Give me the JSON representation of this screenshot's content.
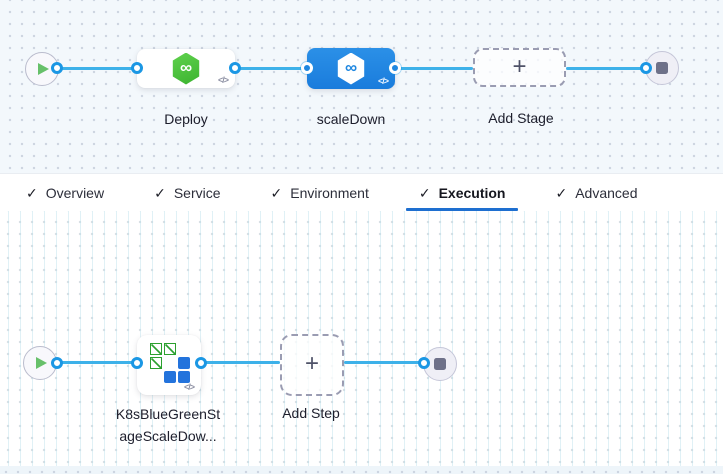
{
  "stage_flow": {
    "stages": [
      {
        "name": "Deploy",
        "type": "cd-deploy",
        "selected": false
      },
      {
        "name": "scaleDown",
        "type": "cd-deploy",
        "selected": true
      }
    ],
    "add_stage_label": "Add Stage"
  },
  "tab_bar": {
    "tabs": [
      {
        "label": "Overview",
        "checked": true
      },
      {
        "label": "Service",
        "checked": true
      },
      {
        "label": "Environment",
        "checked": true
      },
      {
        "label": "Execution",
        "checked": true
      },
      {
        "label": "Advanced",
        "checked": true
      }
    ],
    "active_tab": "Execution"
  },
  "step_flow": {
    "step_label_line1": "K8sBlueGreenSt",
    "step_label_line2": "ageScaleDow...",
    "add_step_label": "Add Step"
  },
  "icons": {
    "check_glyph": "✓",
    "plus_glyph": "+",
    "code_glyph": "</>",
    "infinity_glyph": "∞"
  },
  "colors": {
    "selected_node_blue": "#1f87e0",
    "connector_line_blue": "#3db1e9",
    "connector_dot_blue": "#1b97e4",
    "active_tab_underline": "#1e6fd0",
    "cd_stage_green": "#42b83a",
    "k8s_icon_green": "#2ba02e",
    "k8s_icon_blue": "#2373dc",
    "canvas_top_bg": "#f3f8fc",
    "canvas_bottom_bg": "#ffffff"
  }
}
